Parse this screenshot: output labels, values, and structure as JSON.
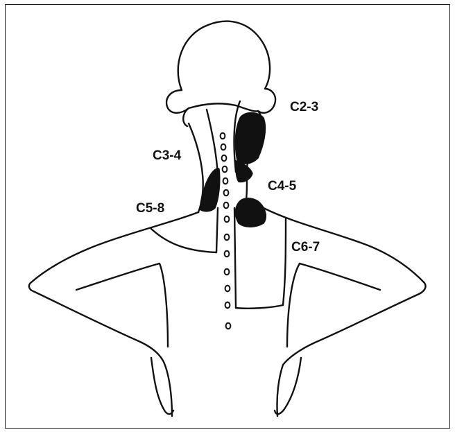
{
  "labels": {
    "c2_3": "C2-3",
    "c3_4": "C3-4",
    "c4_5": "C4-5",
    "c5_8": "C5-8",
    "c6_7": "C6-7"
  },
  "colors": {
    "outline": "#111111",
    "shaded_region": "#111111",
    "background": "#ffffff"
  }
}
